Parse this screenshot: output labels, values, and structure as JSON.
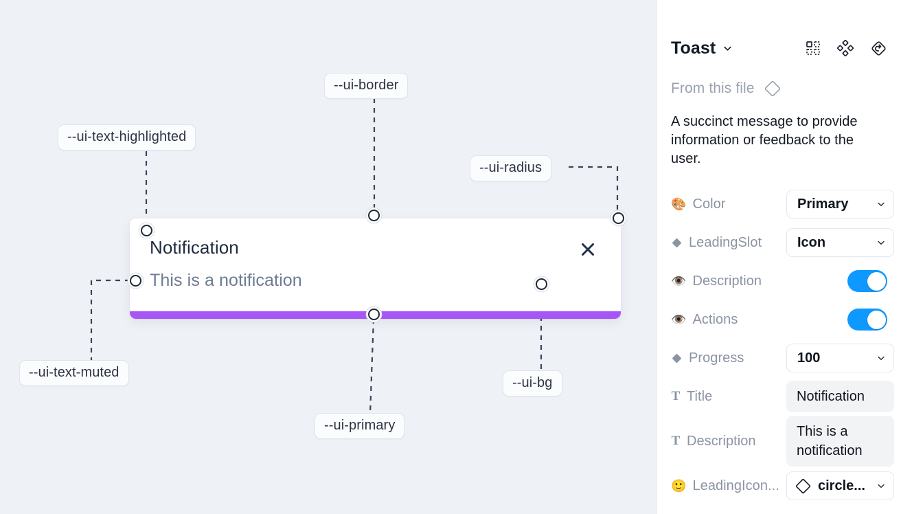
{
  "canvas": {
    "background_color": "#eef1f6",
    "toast": {
      "title": "Notification",
      "description": "This is a notification",
      "close_icon": "close-x-icon",
      "progress_color": "#a855f7",
      "background_color": "#ffffff"
    },
    "tokens": [
      {
        "id": "ui-text-highlighted",
        "label": "--ui-text-highlighted"
      },
      {
        "id": "ui-border",
        "label": "--ui-border"
      },
      {
        "id": "ui-radius",
        "label": "--ui-radius"
      },
      {
        "id": "ui-text-muted",
        "label": "--ui-text-muted"
      },
      {
        "id": "ui-primary",
        "label": "--ui-primary"
      },
      {
        "id": "ui-bg",
        "label": "--ui-bg"
      }
    ]
  },
  "panel": {
    "title": "Toast",
    "title_caret_icon": "chevron-down-icon",
    "header_icons": [
      {
        "name": "component-grid-icon"
      },
      {
        "name": "variants-diamond-icon"
      },
      {
        "name": "reset-instance-icon"
      }
    ],
    "from_file": {
      "label": "From this file",
      "icon": "diamond-icon"
    },
    "description": "A succinct message to provide information or feedback to the user.",
    "properties": [
      {
        "id": "color",
        "icon": "palette-emoji",
        "emoji": "🎨",
        "label": "Color",
        "control": "select",
        "value": "Primary"
      },
      {
        "id": "leading-slot",
        "icon": "diamond-emoji",
        "label": "LeadingSlot",
        "control": "select",
        "value": "Icon"
      },
      {
        "id": "description",
        "icon": "eye-emoji",
        "emoji": "👁️",
        "label": "Description",
        "control": "toggle",
        "value": "on"
      },
      {
        "id": "actions",
        "icon": "eye-emoji",
        "emoji": "👁️",
        "label": "Actions",
        "control": "toggle",
        "value": "on"
      },
      {
        "id": "progress",
        "icon": "diamond-emoji",
        "label": "Progress",
        "control": "select",
        "value": "100"
      },
      {
        "id": "title",
        "icon": "text-t-icon",
        "glyph": "T",
        "label": "Title",
        "control": "textfield",
        "value": "Notification"
      },
      {
        "id": "description-text",
        "icon": "text-t-icon",
        "glyph": "T",
        "label": "Description",
        "control": "textfield",
        "value": "This is a notification"
      },
      {
        "id": "leading-icon",
        "icon": "smiley-emoji",
        "emoji": "🙂",
        "label": "LeadingIcon...",
        "control": "select-icon",
        "value": "circle...",
        "value_icon": "diamond-icon"
      }
    ],
    "toggle_on_color": "#0d99ff"
  }
}
